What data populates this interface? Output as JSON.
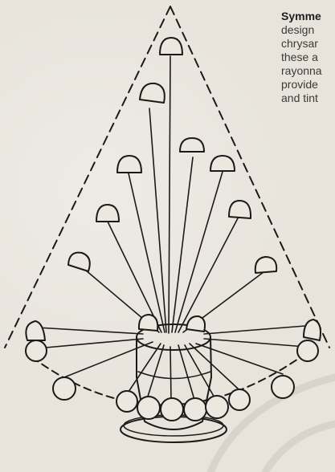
{
  "caption": {
    "lines": [
      "Symme",
      "design",
      "chrysar",
      "these a",
      "rayonna",
      "provide",
      "and tint"
    ]
  }
}
